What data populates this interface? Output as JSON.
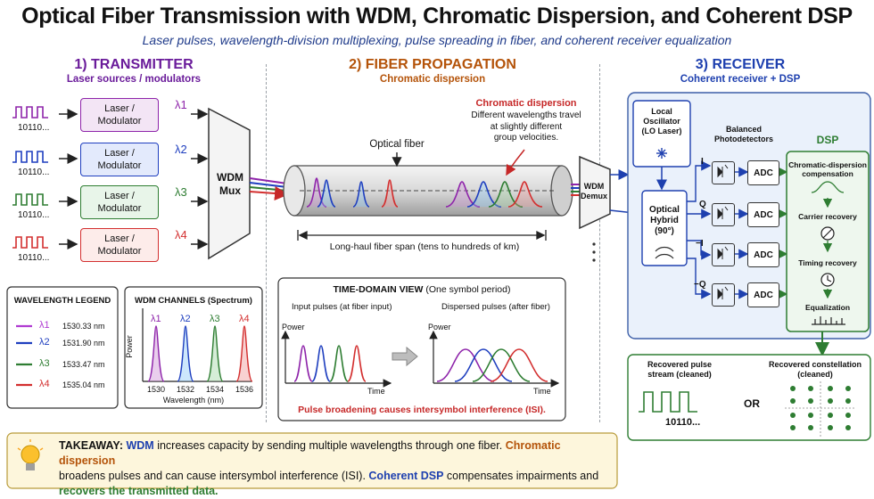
{
  "title": "Optical Fiber Transmission with WDM, Chromatic Dispersion, and Coherent DSP",
  "subtitle": "Laser pulses, wavelength-division multiplexing, pulse spreading in fiber, and coherent receiver equalization",
  "transmitter": {
    "heading": "1) TRANSMITTER",
    "subheading": "Laser sources / modulators",
    "bits": "10110...",
    "laser_line1": "Laser /",
    "laser_line2": "Modulator",
    "lambdas": [
      "λ1",
      "λ2",
      "λ3",
      "λ4"
    ],
    "mux_line1": "WDM",
    "mux_line2": "Mux"
  },
  "legend": {
    "title": "WAVELENGTH LEGEND",
    "items": [
      {
        "symbol": "λ1",
        "value": "1530.33 nm",
        "color": "#b03ad1"
      },
      {
        "symbol": "λ2",
        "value": "1531.90 nm",
        "color": "#1f3fbf"
      },
      {
        "symbol": "λ3",
        "value": "1533.47 nm",
        "color": "#2e7d32"
      },
      {
        "symbol": "λ4",
        "value": "1535.04 nm",
        "color": "#d32f2f"
      }
    ]
  },
  "spectrum": {
    "title": "WDM CHANNELS (Spectrum)",
    "ylabel": "Power",
    "xlabel": "Wavelength (nm)",
    "ticks": [
      "1530",
      "1532",
      "1534",
      "1536"
    ],
    "peaks": [
      "λ1",
      "λ2",
      "λ3",
      "λ4"
    ]
  },
  "fiber": {
    "heading": "2) FIBER PROPAGATION",
    "subheading": "Chromatic dispersion",
    "label": "Optical fiber",
    "span": "Long-haul fiber span (tens to hundreds of km)",
    "cd_title": "Chromatic dispersion",
    "cd_text1": "Different wavelengths travel",
    "cd_text2": "at slightly different",
    "cd_text3": "group velocities."
  },
  "time_view": {
    "title": "TIME-DOMAIN VIEW",
    "title_note": "(One symbol period)",
    "input_label": "Input pulses (at fiber input)",
    "output_label": "Dispersed pulses (after fiber)",
    "ylabel": "Power",
    "xlabel": "Time",
    "caption": "Pulse broadening causes intersymbol interference (ISI)."
  },
  "demux": {
    "line1": "WDM",
    "line2": "Demux"
  },
  "receiver": {
    "heading": "3) RECEIVER",
    "subheading": "Coherent receiver + DSP",
    "lo_line1": "Local",
    "lo_line2": "Oscillator",
    "lo_line3": "(LO Laser)",
    "hybrid_line1": "Optical",
    "hybrid_line2": "Hybrid",
    "hybrid_line3": "(90°)",
    "pd_line1": "Balanced",
    "pd_line2": "Photodetectors",
    "branches": [
      "I",
      "Q",
      "−I",
      "−Q"
    ],
    "adc": "ADC",
    "dsp_title": "DSP",
    "dsp_steps": [
      "Chromatic-dispersion compensation",
      "Carrier recovery",
      "Timing recovery",
      "Equalization"
    ],
    "recovered_stream": "Recovered pulse stream (cleaned)",
    "recovered_bits": "10110...",
    "or": "OR",
    "constellation_line1": "Recovered constellation",
    "constellation_line2": "(cleaned)"
  },
  "takeaway": {
    "label": "TAKEAWAY:",
    "p1": "WDM",
    "p2": " increases capacity",
    "p3": " by sending multiple wavelengths through one fiber. ",
    "p4": "Chromatic dispersion",
    "p5": "broadens pulses and can cause intersymbol interference (ISI). ",
    "p6": "Coherent DSP",
    "p7": " compensates impairments and",
    "p8": "recovers the transmitted data."
  }
}
